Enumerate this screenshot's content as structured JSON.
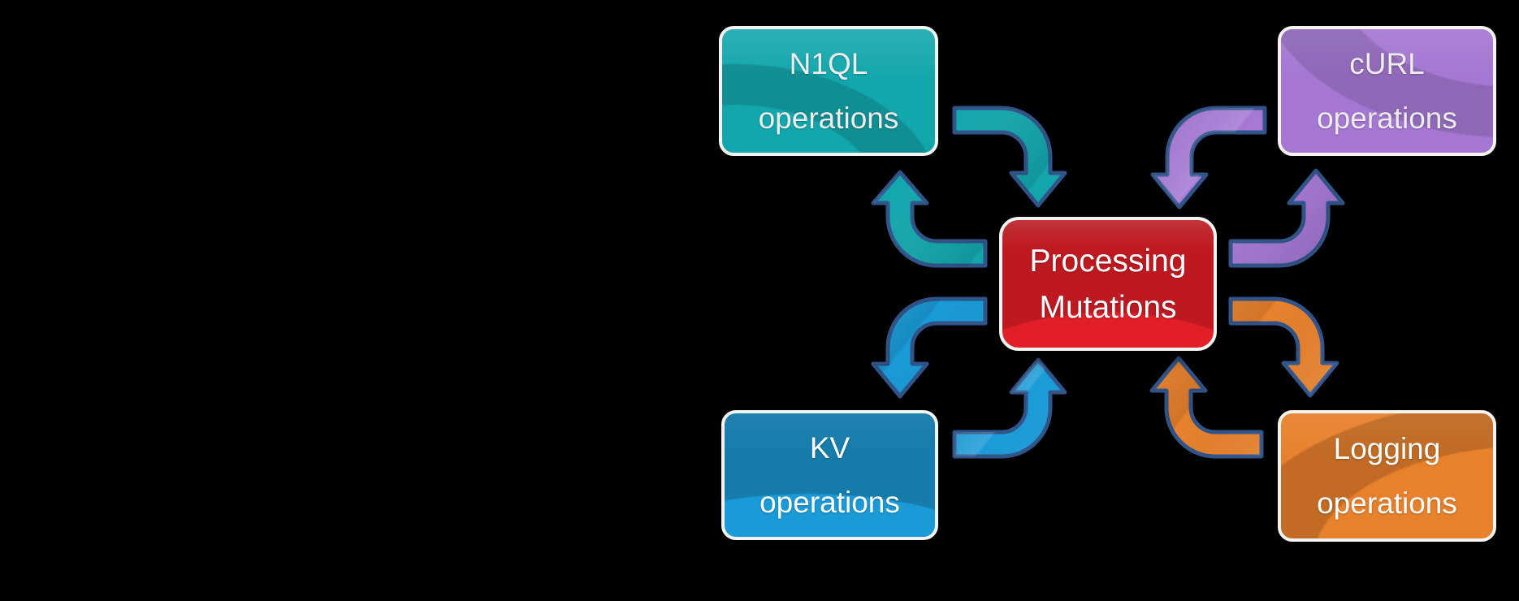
{
  "canvas": {
    "background": "#000000"
  },
  "diagram": {
    "title": "Processing Mutations cycle diagram",
    "arrow_outline": "#30548a",
    "center_node": {
      "line1": "Processing",
      "line2": "Mutations",
      "color": "#e21e26"
    },
    "nodes": {
      "n1ql": {
        "line1": "N1QL",
        "line2": "operations",
        "color": "#12a7ad"
      },
      "curl": {
        "line1": "cURL",
        "line2": "operations",
        "color": "#a577d3"
      },
      "kv": {
        "line1": "KV",
        "line2": "operations",
        "color": "#1a9bd7"
      },
      "logging": {
        "line1": "Logging",
        "line2": "operations",
        "color": "#e8812c"
      }
    }
  }
}
